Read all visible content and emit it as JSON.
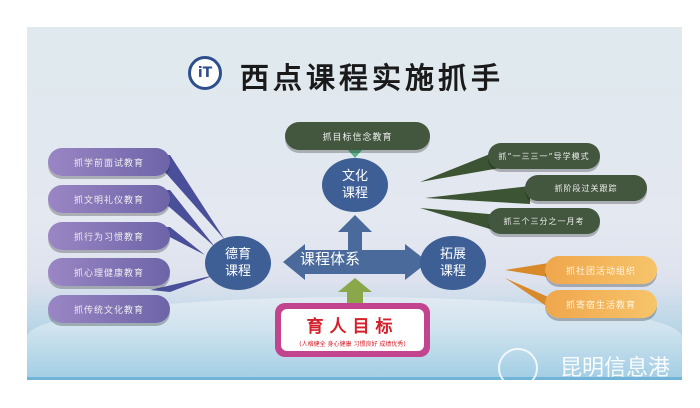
{
  "title": "西点课程实施抓手",
  "logo_text": "iT",
  "hub": "课程体系",
  "culture": {
    "label": "文化课程",
    "top_item": "抓目标信念教育",
    "items": [
      "抓“一三三一”导学模式",
      "抓阶段过关跟踪",
      "抓三个三分之一月考"
    ]
  },
  "moral": {
    "label": "德育课程",
    "items": [
      "抓学前面试教育",
      "抓文明礼仪教育",
      "抓行为习惯教育",
      "抓心理健康教育",
      "抓传统文化教育"
    ]
  },
  "extension": {
    "label": "拓展课程",
    "items": [
      "抓社团活动组织",
      "抓寄宿生活教育"
    ]
  },
  "goal": {
    "title": "育人目标",
    "subtitle": "(人格健全 身心健康 习惯良好 成绩优秀)"
  },
  "watermark": "昆明信息港",
  "colors": {
    "purple": "#7a6fb0",
    "green": "#43573f",
    "orange": "#f0a64c",
    "circle": "#3d5f95",
    "arrow": "#4a6a9c",
    "goal_arrow": "#8aa84a",
    "goal_border": "#c2448f"
  }
}
